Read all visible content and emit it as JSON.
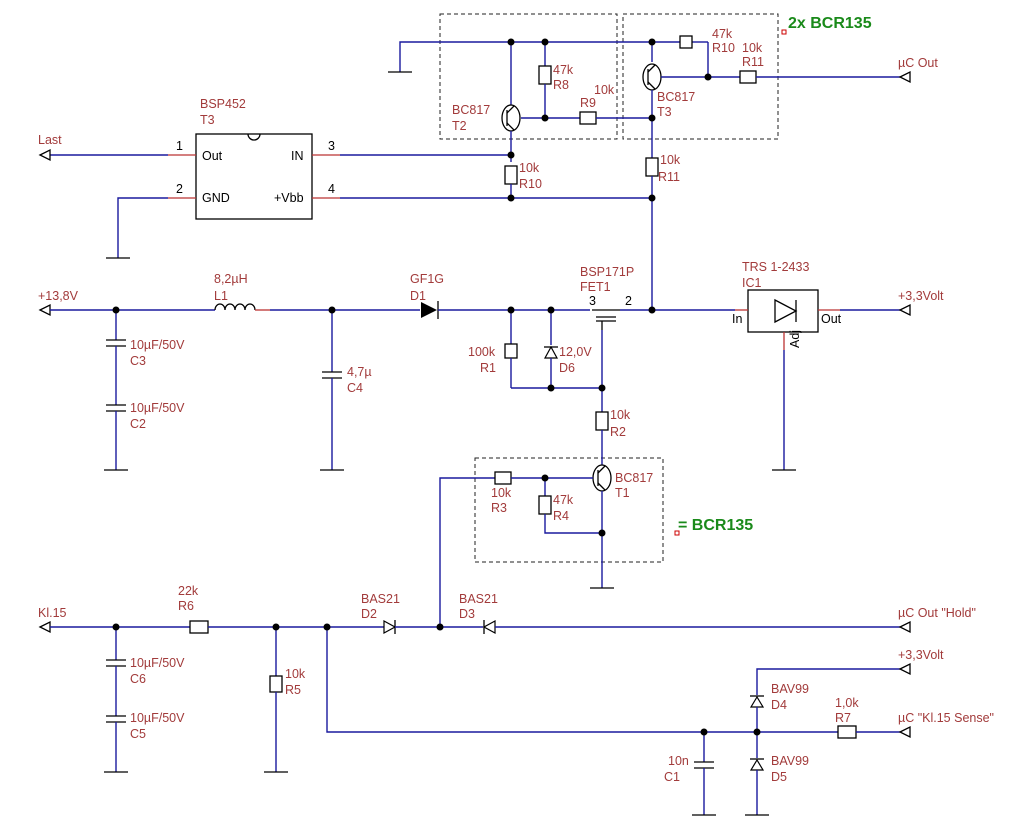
{
  "labels": {
    "bcr135_top": "2x BCR135",
    "bcr135_bottom": "= BCR135",
    "uc_out": "µC Out",
    "uc_out_hold": "µC Out \"Hold\"",
    "uc_kl15_sense": "µC \"Kl.15 Sense\"",
    "last": "Last",
    "supply_in": "+13,8V",
    "supply_out": "+3,3Volt",
    "supply_out2": "+3,3Volt",
    "kl15": "Kl.15",
    "t3_type": "BSP452",
    "t3_name": "T3",
    "t3_pin_out": "Out",
    "t3_pin_in": "IN",
    "t3_pin_gnd": "GND",
    "t3_pin_vbb": "+Vbb",
    "t3_num1": "1",
    "t3_num2": "2",
    "t3_num3": "3",
    "t3_num4": "4",
    "r8_val": "47k",
    "r8_name": "R8",
    "r9_val": "10k",
    "r9_name": "R9",
    "r10t_val": "47k",
    "r10t_name": "R10",
    "r11t_val": "10k",
    "r11t_name": "R11",
    "t2_type": "BC817",
    "t2_name": "T2",
    "t3b_type": "BC817",
    "t3b_name": "T3",
    "r10_val": "10k",
    "r10_name": "R10",
    "r11_val": "10k",
    "r11_name": "R11",
    "l1_val": "8,2µH",
    "l1_name": "L1",
    "d1_type": "GF1G",
    "d1_name": "D1",
    "fet_type": "BSP171P",
    "fet_name": "FET1",
    "fet_pin3": "3",
    "fet_pin2": "2",
    "ic1_type": "TRS 1-2433",
    "ic1_name": "IC1",
    "ic1_in": "In",
    "ic1_out": "Out",
    "ic1_adj": "Adj",
    "c3_val": "10µF/50V",
    "c3_name": "C3",
    "c2_val": "10µF/50V",
    "c2_name": "C2",
    "c4_val": "4,7µ",
    "c4_name": "C4",
    "r1_val": "100k",
    "r1_name": "R1",
    "d6_val": "12,0V",
    "d6_name": "D6",
    "r2_val": "10k",
    "r2_name": "R2",
    "t1_type": "BC817",
    "t1_name": "T1",
    "r3_val": "10k",
    "r3_name": "R3",
    "r4_val": "47k",
    "r4_name": "R4",
    "r6_val": "22k",
    "r6_name": "R6",
    "d2_type": "BAS21",
    "d2_name": "D2",
    "d3_type": "BAS21",
    "d3_name": "D3",
    "c6_val": "10µF/50V",
    "c6_name": "C6",
    "c5_val": "10µF/50V",
    "c5_name": "C5",
    "r5_val": "10k",
    "r5_name": "R5",
    "d4_type": "BAV99",
    "d4_name": "D4",
    "d5_type": "BAV99",
    "d5_name": "D5",
    "r7_val": "1,0k",
    "r7_name": "R7",
    "c1_val": "10n",
    "c1_name": "C1"
  },
  "colors": {
    "wire": "#1a1a9e",
    "label": "#a23b3b",
    "bcr_note": "#1a8a1a"
  }
}
